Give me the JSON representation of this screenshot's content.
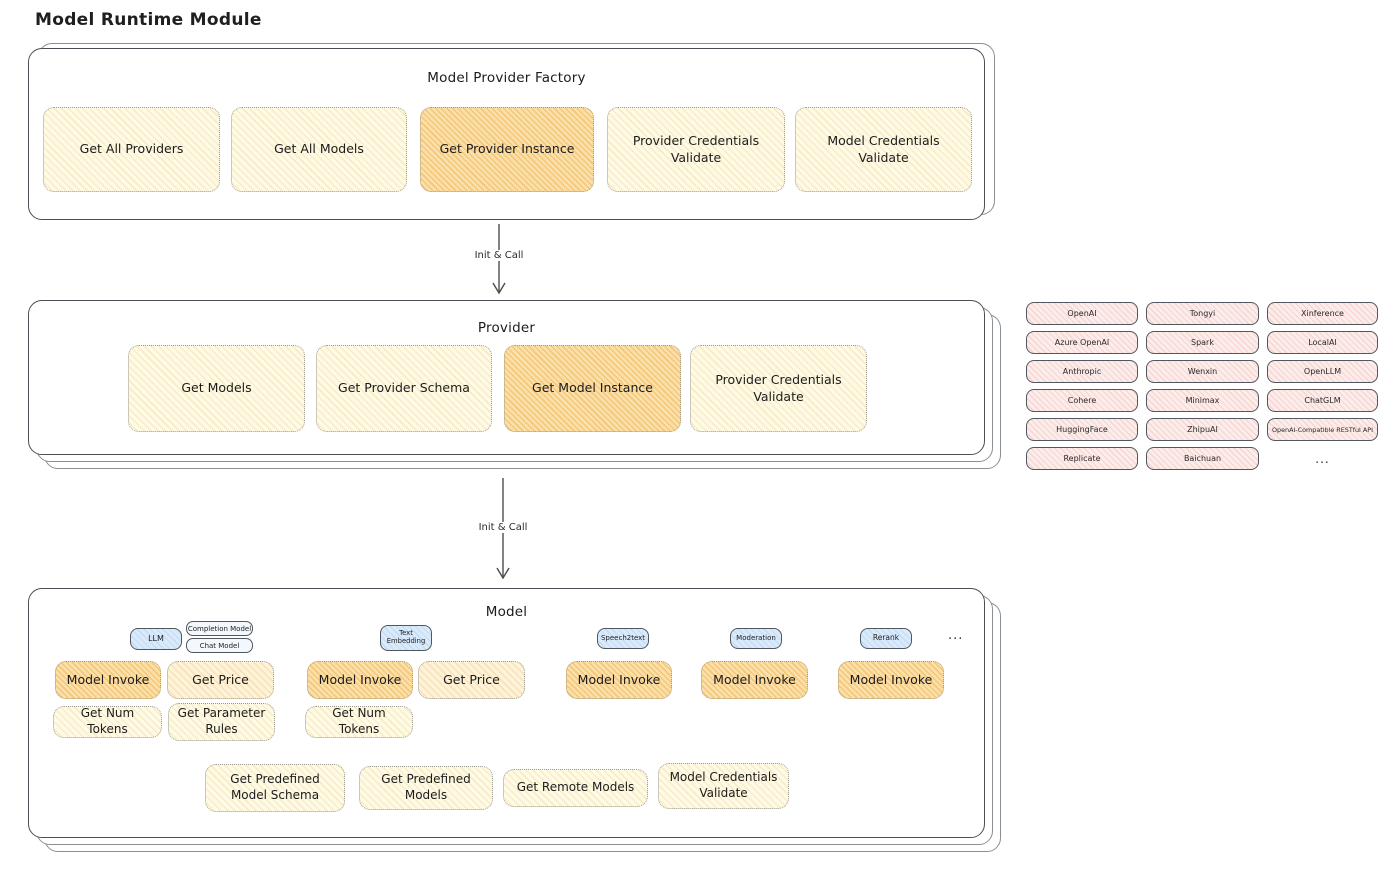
{
  "page_title": "Model Runtime Module",
  "colors": {
    "highlight_orange": "#fae0ab",
    "node_yellow": "#fefae6",
    "provider_pink": "#fcecea",
    "tab_blue": "#d9eafb",
    "stroke": "#4a5056"
  },
  "factory": {
    "title": "Model Provider Factory",
    "buttons": [
      {
        "label": "Get All Providers",
        "highlighted": false
      },
      {
        "label": "Get All Models",
        "highlighted": false
      },
      {
        "label": "Get Provider Instance",
        "highlighted": true
      },
      {
        "label": "Provider Credentials Validate",
        "highlighted": false
      },
      {
        "label": "Model Credentials Validate",
        "highlighted": false
      }
    ]
  },
  "arrows": {
    "factory_to_provider": "Init & Call",
    "provider_to_model": "Init & Call"
  },
  "provider": {
    "title": "Provider",
    "buttons": [
      {
        "label": "Get Models",
        "highlighted": false
      },
      {
        "label": "Get Provider Schema",
        "highlighted": false
      },
      {
        "label": "Get Model Instance",
        "highlighted": true
      },
      {
        "label": "Provider Credentials Validate",
        "highlighted": false
      }
    ]
  },
  "providers_panel": {
    "items": [
      "OpenAI",
      "Tongyi",
      "Xinference",
      "Azure OpenAI",
      "Spark",
      "LocalAI",
      "Anthropic",
      "Wenxin",
      "OpenLLM",
      "Cohere",
      "Minimax",
      "ChatGLM",
      "HuggingFace",
      "ZhipuAI",
      "OpenAI-Compatible RESTful API",
      "Replicate",
      "Baichuan"
    ],
    "more": "..."
  },
  "model": {
    "title": "Model",
    "more": "...",
    "groups": [
      {
        "tab": "LLM",
        "subtabs": [
          "Completion Model",
          "Chat Model"
        ],
        "buttons": [
          "Model Invoke",
          "Get Price",
          "Get Num Tokens",
          "Get Parameter Rules"
        ]
      },
      {
        "tab": "Text Embedding",
        "buttons": [
          "Model Invoke",
          "Get Price",
          "Get Num Tokens"
        ]
      },
      {
        "tab": "Speech2text",
        "buttons": [
          "Model Invoke"
        ]
      },
      {
        "tab": "Moderation",
        "buttons": [
          "Model Invoke"
        ]
      },
      {
        "tab": "Rerank",
        "buttons": [
          "Model Invoke"
        ]
      }
    ],
    "bottom_buttons": [
      "Get Predefined Model Schema",
      "Get Predefined Models",
      "Get Remote Models",
      "Model Credentials Validate"
    ]
  }
}
